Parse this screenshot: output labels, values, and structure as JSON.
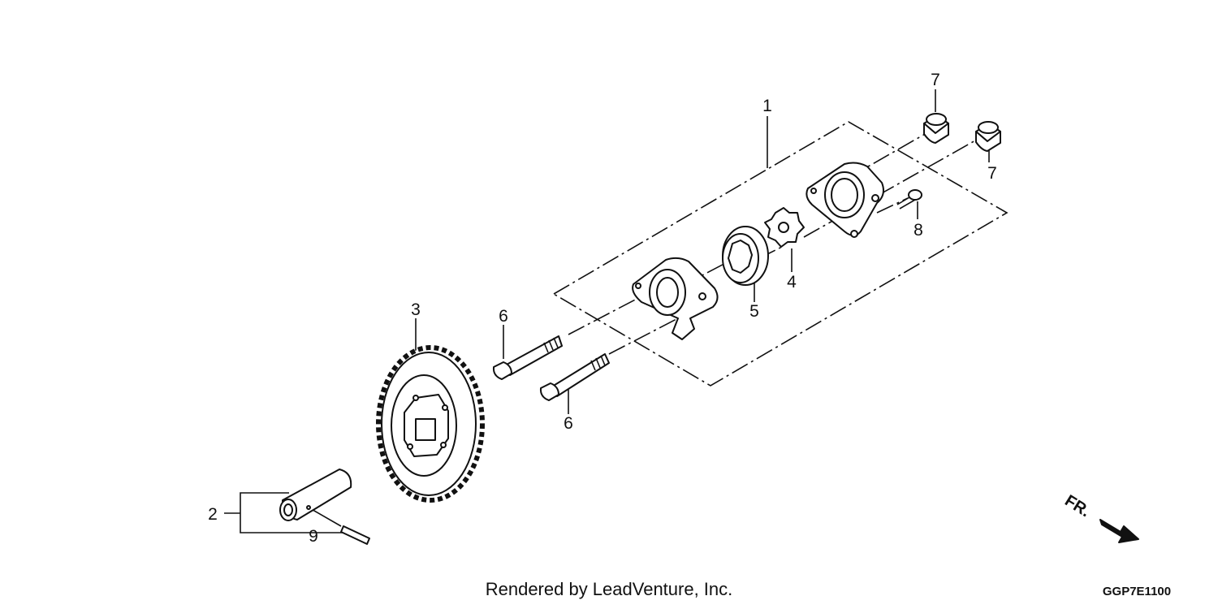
{
  "callouts": {
    "c1": "1",
    "c2": "2",
    "c3": "3",
    "c4": "4",
    "c5": "5",
    "c6a": "6",
    "c6b": "6",
    "c7a": "7",
    "c7b": "7",
    "c8": "8",
    "c9": "9"
  },
  "footer": {
    "credit": "Rendered by LeadVenture, Inc.",
    "diagram_code": "GGP7E1100"
  },
  "direction": {
    "label": "FR."
  },
  "icons": {
    "direction_arrow": "front-direction-arrow-icon"
  }
}
